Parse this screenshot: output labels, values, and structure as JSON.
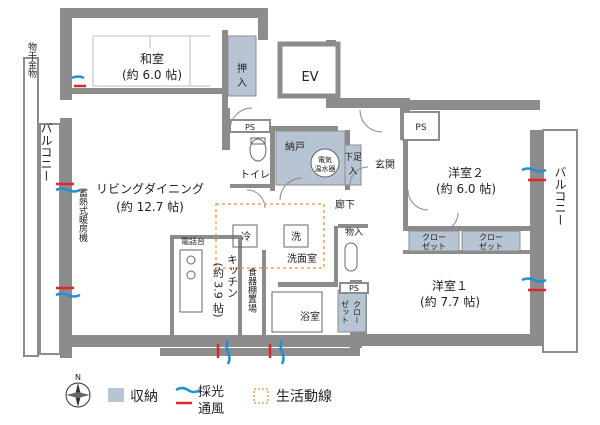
{
  "rooms": {
    "washitsu": {
      "name": "和室",
      "size": "(約 6.0 帖)"
    },
    "oshiire": {
      "name": "押入"
    },
    "ev": {
      "name": "EV"
    },
    "ps1": {
      "name": "PS"
    },
    "ps2": {
      "name": "PS"
    },
    "ps3": {
      "name": "PS"
    },
    "nando": {
      "name": "納戸"
    },
    "water_heater": {
      "line1": "電気",
      "line2": "温水器"
    },
    "shoe_storage": {
      "line1": "下足",
      "line2": "入"
    },
    "genkan": {
      "name": "玄関"
    },
    "toilet": {
      "name": "トイレ"
    },
    "living": {
      "name": "リビングダイニング",
      "size": "(約 12.7 帖)"
    },
    "rouka": {
      "name": "廊下"
    },
    "youshitsu2": {
      "name": "洋室２",
      "size": "(約 6.0 帖)"
    },
    "closet_a": {
      "line1": "クロー",
      "line2": "ゼット"
    },
    "closet_b": {
      "line1": "クロー",
      "line2": "ゼット"
    },
    "closet_c": {
      "line1": "クロー",
      "line2": "ゼット"
    },
    "youshitsu1": {
      "name": "洋室１",
      "size": "(約 7.7 帖)"
    },
    "kitchen": {
      "name": "キッチン",
      "size": "(約 3.9 帖)"
    },
    "phone_stand": {
      "name": "電話台"
    },
    "dish_shelf": {
      "name": "食器棚置場"
    },
    "cold": {
      "name": "冷"
    },
    "wash": {
      "name": "洗"
    },
    "senmenjo": {
      "name": "洗面室"
    },
    "irekomi": {
      "name": "物入"
    },
    "yokushitsu": {
      "name": "浴室"
    },
    "monohoshi": {
      "name": "物干金物"
    },
    "balcony_left": {
      "name": "バルコニー"
    },
    "balcony_right": {
      "name": "バルコニー"
    },
    "floor_heater": {
      "name": "蓄熱式暖房機"
    }
  },
  "legend": {
    "storage": "収納",
    "light_line1": "採光",
    "light_line2": "通風",
    "circulation": "生活動線",
    "compass_n": "N"
  },
  "colors": {
    "wall": "#8c8c8c",
    "storage_fill": "#b7c4d3",
    "light_arrow": "#1f8fd6",
    "wind_arrow": "#e0262b",
    "circulation": "#f0a050"
  }
}
